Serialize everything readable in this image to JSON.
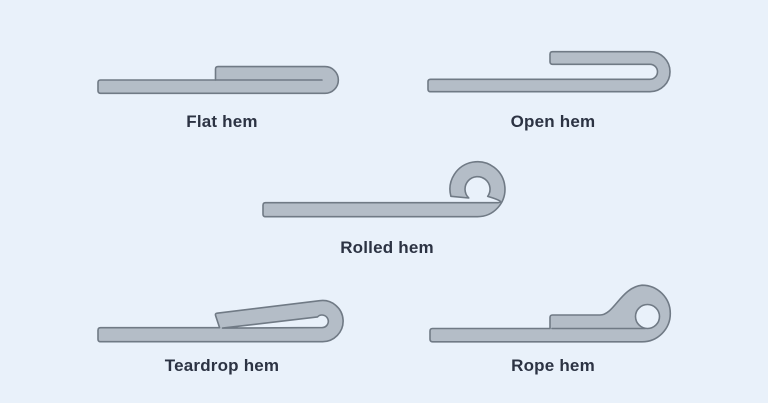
{
  "theme": {
    "page_background": "#e9f1fa",
    "metal_fill": "#b4bdc7",
    "metal_stroke": "#707a85",
    "label_color": "#2c3343"
  },
  "hems": [
    {
      "id": "flat-hem",
      "label": "Flat hem"
    },
    {
      "id": "open-hem",
      "label": "Open hem"
    },
    {
      "id": "rolled-hem",
      "label": "Rolled hem"
    },
    {
      "id": "teardrop-hem",
      "label": "Teardrop hem"
    },
    {
      "id": "rope-hem",
      "label": "Rope hem"
    }
  ]
}
